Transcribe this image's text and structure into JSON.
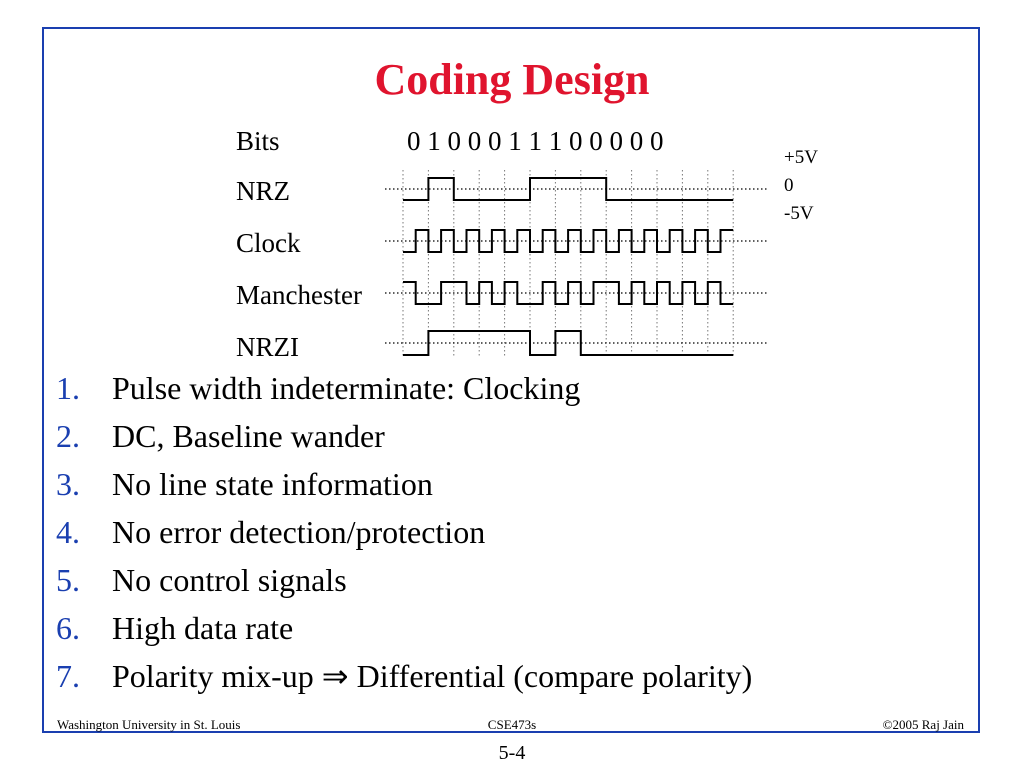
{
  "slide": {
    "title": "Coding Design",
    "accent_color": "#e0142e",
    "frame_color": "#1a3fb0"
  },
  "diagram": {
    "bits_label": "Bits",
    "bits_sequence": "0 1 0 0 0 1 1 1 0 0 0 0 0",
    "bits": [
      0,
      1,
      0,
      0,
      0,
      1,
      1,
      1,
      0,
      0,
      0,
      0,
      0
    ],
    "signals": [
      {
        "name": "NRZ"
      },
      {
        "name": "Clock"
      },
      {
        "name": "Manchester"
      },
      {
        "name": "NRZI"
      }
    ],
    "voltage_labels": [
      "+5V",
      "0",
      "-5V"
    ]
  },
  "problems": [
    {
      "num": "1.",
      "text": "Pulse width indeterminate: Clocking"
    },
    {
      "num": "2.",
      "text": "DC, Baseline wander"
    },
    {
      "num": "3.",
      "text": "No line state information"
    },
    {
      "num": "4.",
      "text": "No error detection/protection"
    },
    {
      "num": "5.",
      "text": "No control signals"
    },
    {
      "num": "6.",
      "text": "High data rate"
    },
    {
      "num": "7.",
      "text": "Polarity mix-up ⇒ Differential (compare polarity)"
    }
  ],
  "footer": {
    "left": "Washington University in St. Louis",
    "center": "CSE473s",
    "right": "©2005 Raj Jain",
    "page": "5-4"
  }
}
